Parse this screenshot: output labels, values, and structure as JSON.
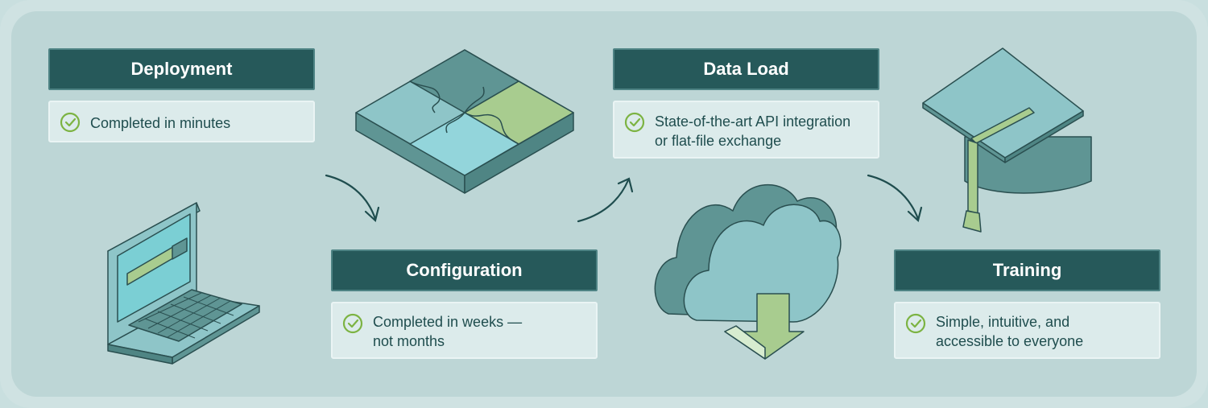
{
  "steps": [
    {
      "title": "Deployment",
      "description": "Completed in minutes"
    },
    {
      "title": "Configuration",
      "description": "Completed in weeks —\nnot months"
    },
    {
      "title": "Data Load",
      "description": "State-of-the-art API integration\nor flat-file exchange"
    },
    {
      "title": "Training",
      "description": "Simple, intuitive, and\naccessible to everyone"
    }
  ],
  "icons": [
    "laptop-icon",
    "puzzle-icon",
    "cloud-download-icon",
    "graduation-cap-icon",
    "check-circle-icon",
    "arrow-icon"
  ],
  "colors": {
    "panel": "#bdd6d6",
    "title_bg": "#26595a",
    "desc_bg": "#dcebeb",
    "check": "#7cb342",
    "teal_dark": "#5f9594",
    "teal_light": "#8ec5c8",
    "green": "#a8cc8f"
  }
}
